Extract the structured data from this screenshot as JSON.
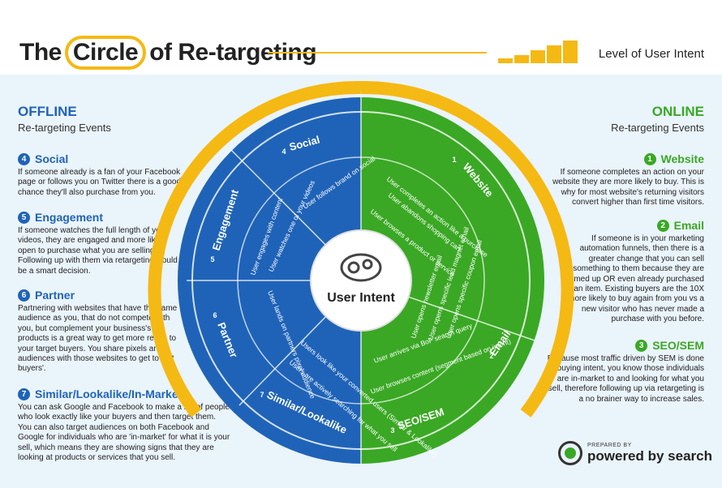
{
  "header": {
    "title_pre": "The",
    "title_circle": "Circle",
    "title_post": "of Re-targeting",
    "level_label": "Level of User Intent"
  },
  "offline": {
    "heading": "OFFLINE",
    "subheading": "Re-targeting Events",
    "events": [
      {
        "num": "4",
        "title": "Social",
        "body": "If someone already is a fan of your Facebook page or follows you on Twitter there is a good chance they'll also purchase from you."
      },
      {
        "num": "5",
        "title": "Engagement",
        "body": "If someone watches the full length of your videos, they are engaged and more likely open to purchase what you are selling.  Following up with them via retargeting would be a smart decision."
      },
      {
        "num": "6",
        "title": "Partner",
        "body": "Partnering with websites that have the same audience as you, that do not compete with you, but complement your business's products is a great way to get more reach to your target buyers. You share pixels and audiences with those websites to get to 'hot buyers'."
      },
      {
        "num": "7",
        "title": "Similar/Lookalike/In-Market",
        "body": "You can ask Google and Facebook to make a list of people who look exactly like your buyers and then target them.  You can also target audiences on both Facebook and Google for individuals who are 'in-market' for what it is your sell, which means they are showing signs that they are looking at products or services that you sell."
      }
    ]
  },
  "online": {
    "heading": "ONLINE",
    "subheading": "Re-targeting Events",
    "events": [
      {
        "num": "1",
        "title": "Website",
        "body": "If someone completes an action on your website they are more likely to buy. This is why for most website's returning visitors convert higher than first time visitors."
      },
      {
        "num": "2",
        "title": "Email",
        "body": "If someone is in your marketing automation funnels, then there is a greater change that you can sell something to them because they are warmed up OR even already purchased an item. Existing buyers are the 10X more likely to buy again from you vs a new visitor who has never made a purchase with you before."
      },
      {
        "num": "3",
        "title": "SEO/SEM",
        "body": "Because most traffic driven by SEM is done on buying intent, you know those individuals are in-market to and looking for what you sell, therefore following up via retargeting is a no brainer way to increase sales."
      }
    ]
  },
  "wheel": {
    "center": "User Intent",
    "segments": [
      {
        "num": "1",
        "label": "Website",
        "items": [
          "User completes an action like a purchase",
          "User abandons shopping cart",
          "User browses a product or service"
        ]
      },
      {
        "num": "2",
        "label": "Email",
        "items": [
          "User opens newsletter email",
          "User opens specific lead magnet email",
          "User opens specific coupon email"
        ]
      },
      {
        "num": "3",
        "label": "SEO/SEM",
        "items": [
          "User arrives via BoF search query",
          "User browses content (segment based on intent)"
        ]
      },
      {
        "num": "4",
        "label": "Social",
        "items": [
          "User follows brand on social"
        ]
      },
      {
        "num": "5",
        "label": "Engagement",
        "items": [
          "User engages with content",
          "User watches one of your videos"
        ]
      },
      {
        "num": "6",
        "label": "Partner",
        "items": [
          "User lands on partners pixel audience"
        ]
      },
      {
        "num": "7",
        "label": "Similar/Lookalike",
        "items": [
          "Users look like your converted users (Similar & Lookalike)",
          "Users are actively searching for what you sell"
        ]
      }
    ]
  },
  "colors": {
    "blue": "#1f63b8",
    "green": "#3aa824",
    "yellow": "#f5b914"
  },
  "logo": {
    "small": "PREPARED BY",
    "big": "powered by search"
  }
}
